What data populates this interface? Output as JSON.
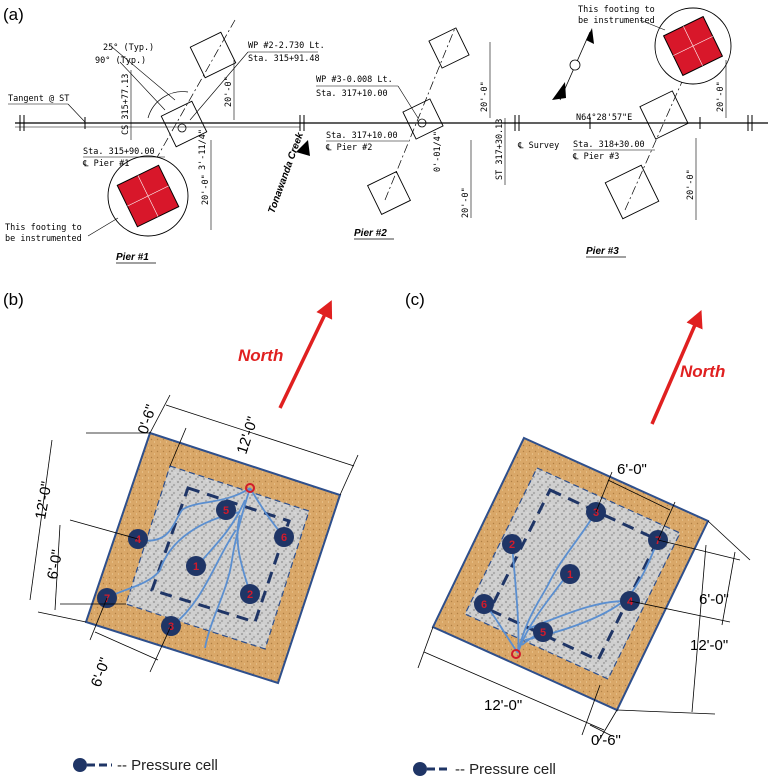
{
  "panel_a": {
    "label": "(a)",
    "tangent_label": "Tangent @ ST",
    "angle_25": "25° (Typ.)",
    "angle_90": "90° (Typ.)",
    "cs_station": "CS 315+77.13",
    "pier1_station": "Sta. 315+90.00",
    "pier1_cl": "℄ Pier #1",
    "wp2_line1": "WP #2-2.730 Lt.",
    "wp2_line2": "Sta. 315+91.48",
    "wp3_line1": "WP #3-0.008 Lt.",
    "wp3_line2": "Sta. 317+10.00",
    "pier2_station": "Sta. 317+10.00",
    "pier2_cl": "℄ Pier #2",
    "st_station": "ST 317+30.13",
    "survey_label": "℄ Survey",
    "bearing": "N64°28'57\"E",
    "pier3_station": "Sta. 318+30.00",
    "pier3_cl": "℄ Pier #3",
    "footing_note_top_1": "This footing to",
    "footing_note_top_2": "be instrumented",
    "footing_note_bottom_1": "This footing to",
    "footing_note_bottom_2": "be instrumented",
    "creek": "Tonawanda Creek",
    "pier1_title": "Pier #1",
    "pier2_title": "Pier #2",
    "pier3_title": "Pier #3",
    "dim_20": "20'-0\"",
    "dim_3": "3'-11/4\"",
    "dim_0": "0'-01/4\""
  },
  "panel_b": {
    "label": "(b)",
    "north": "North",
    "dim_offset": "0'-6\"",
    "dim_width": "12'-0\"",
    "dim_height": "12'-0\"",
    "dim_spacing_left": "6'-0\"",
    "dim_spacing_bottom": "6'-0\"",
    "cells": [
      "1",
      "2",
      "3",
      "4",
      "5",
      "6",
      "7"
    ]
  },
  "panel_c": {
    "label": "(c)",
    "north": "North",
    "dim_spacing_top": "6'-0\"",
    "dim_spacing_right": "6'-0\"",
    "dim_height": "12'-0\"",
    "dim_width": "12'-0\"",
    "dim_offset": "0'-6\"",
    "cells": [
      "1",
      "2",
      "3",
      "4",
      "5",
      "6",
      "7"
    ]
  },
  "legend": {
    "text": "-- Pressure cell"
  },
  "colors": {
    "footing_red": "#d8172a",
    "gravel": "#cfcfcf",
    "sand": "#d9a768",
    "border_blue": "#2e4f8c",
    "cell_navy": "#1f3566",
    "wire_blue": "#5b8fd0",
    "north_red": "#e02020"
  }
}
